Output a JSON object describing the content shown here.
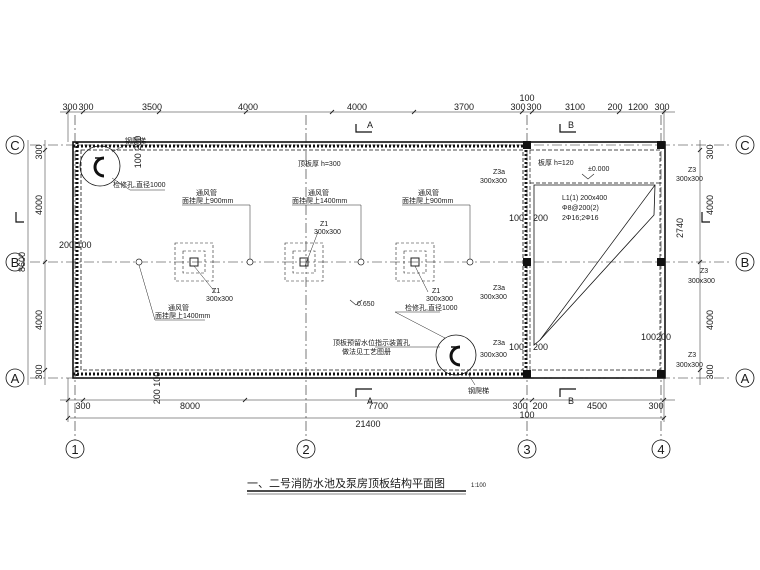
{
  "drawing": {
    "title": "一、二号消防水池及泵房顶板结构平面图",
    "scale": "1:100",
    "axes": {
      "columns": [
        "1",
        "2",
        "3",
        "4"
      ],
      "rows": [
        "C",
        "B",
        "A"
      ]
    },
    "dims_top": [
      "300",
      "300",
      "3500",
      "4000",
      "4000",
      "3700",
      "300",
      "300",
      "3100",
      "200",
      "1200",
      "300"
    ],
    "dim_top_extra": "100",
    "dims_bottom": [
      "300",
      "8000",
      "7700",
      "300",
      "200",
      "4500",
      "300"
    ],
    "dim_bottom_extra": "100",
    "dim_total": "21400",
    "dims_left": [
      "300",
      "4000",
      "4000",
      "300"
    ],
    "dim_left_total": "8600",
    "dims_right": [
      "300",
      "4000",
      "4000",
      "300"
    ],
    "section_labels": {
      "a": "A",
      "b": "B"
    },
    "notes": {
      "ladder_top": "钢爬梯",
      "ladder_bottom": "钢爬梯",
      "hatch_top": "检修孔,直径1000",
      "hatch_bottom": "检修孔,直径1000",
      "vent": "通风管",
      "vent_h900": "面挂爬上900mm",
      "vent_h1400": "面挂爬上1400mm",
      "slab_thickness_main": "顶板厚 h=300",
      "slab_thickness_pump": "板厚 h=120",
      "level_zero": "±0.000",
      "level_0650": "0.650",
      "beam_l1": "L1(1) 200x400",
      "beam_l1_stirrup": "Φ8@200(2)",
      "beam_l1_bars": "2Φ16;2Φ16",
      "water_level_note_1": "顶板预留水位指示装置孔",
      "water_level_note_2": "做法见工艺图册",
      "col_z1": "Z1",
      "col_z1_size": "300x300",
      "col_z3": "Z3",
      "col_z3_size": "300x300",
      "col_z3a": "Z3a",
      "col_z3a_size": "300x300",
      "dim_100": "100",
      "dim_200": "200",
      "dim_100200": "100200",
      "dim_200100": "200 100",
      "dim_2740": "2740",
      "dim_100_200_left": "100 200",
      "dim_200_100_bottom": "200 100"
    }
  }
}
